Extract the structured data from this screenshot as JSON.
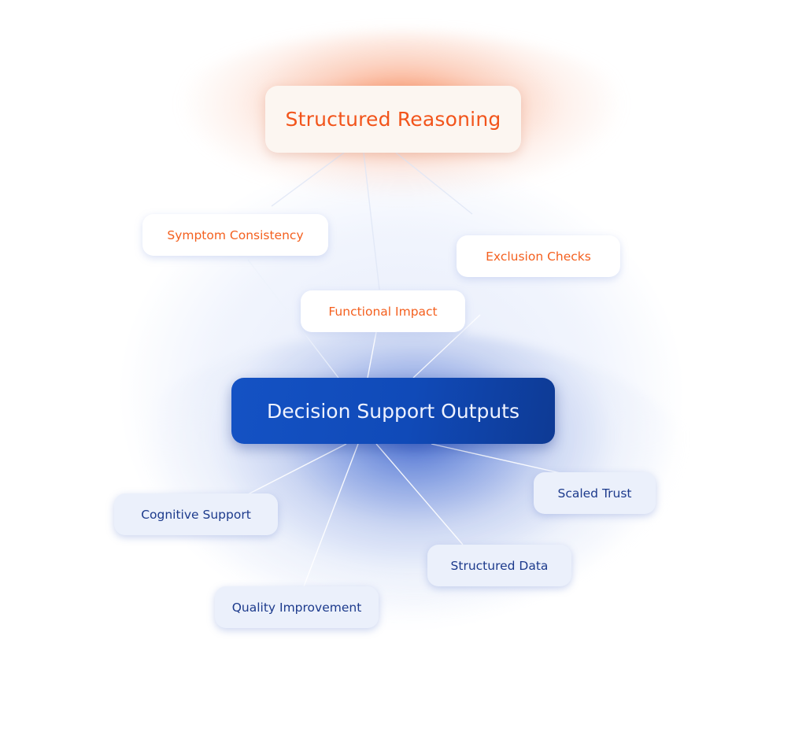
{
  "diagram": {
    "type": "mind-map",
    "colors": {
      "top_accent": "#f2541b",
      "center_accent": "#104ab8",
      "lower_text": "#1c3a8c",
      "link": "#ffffff"
    },
    "top_node": {
      "label": "Structured Reasoning"
    },
    "upper_nodes": [
      {
        "id": "symptom",
        "label": "Symptom Consistency"
      },
      {
        "id": "exclusion",
        "label": "Exclusion Checks"
      },
      {
        "id": "functional",
        "label": "Functional Impact"
      }
    ],
    "center_node": {
      "label": "Decision Support Outputs"
    },
    "lower_nodes": [
      {
        "id": "cognitive",
        "label": "Cognitive Support"
      },
      {
        "id": "quality",
        "label": "Quality Improvement"
      },
      {
        "id": "structured-data",
        "label": "Structured Data"
      },
      {
        "id": "trust",
        "label": "Scaled Trust"
      }
    ],
    "links": [
      {
        "from": "Structured Reasoning",
        "to": "Symptom Consistency"
      },
      {
        "from": "Structured Reasoning",
        "to": "Functional Impact"
      },
      {
        "from": "Structured Reasoning",
        "to": "Exclusion Checks"
      },
      {
        "from": "Symptom Consistency",
        "to": "Decision Support Outputs"
      },
      {
        "from": "Functional Impact",
        "to": "Decision Support Outputs"
      },
      {
        "from": "Exclusion Checks",
        "to": "Decision Support Outputs"
      },
      {
        "from": "Decision Support Outputs",
        "to": "Cognitive Support"
      },
      {
        "from": "Decision Support Outputs",
        "to": "Quality Improvement"
      },
      {
        "from": "Decision Support Outputs",
        "to": "Structured Data"
      },
      {
        "from": "Decision Support Outputs",
        "to": "Scaled Trust"
      }
    ]
  }
}
